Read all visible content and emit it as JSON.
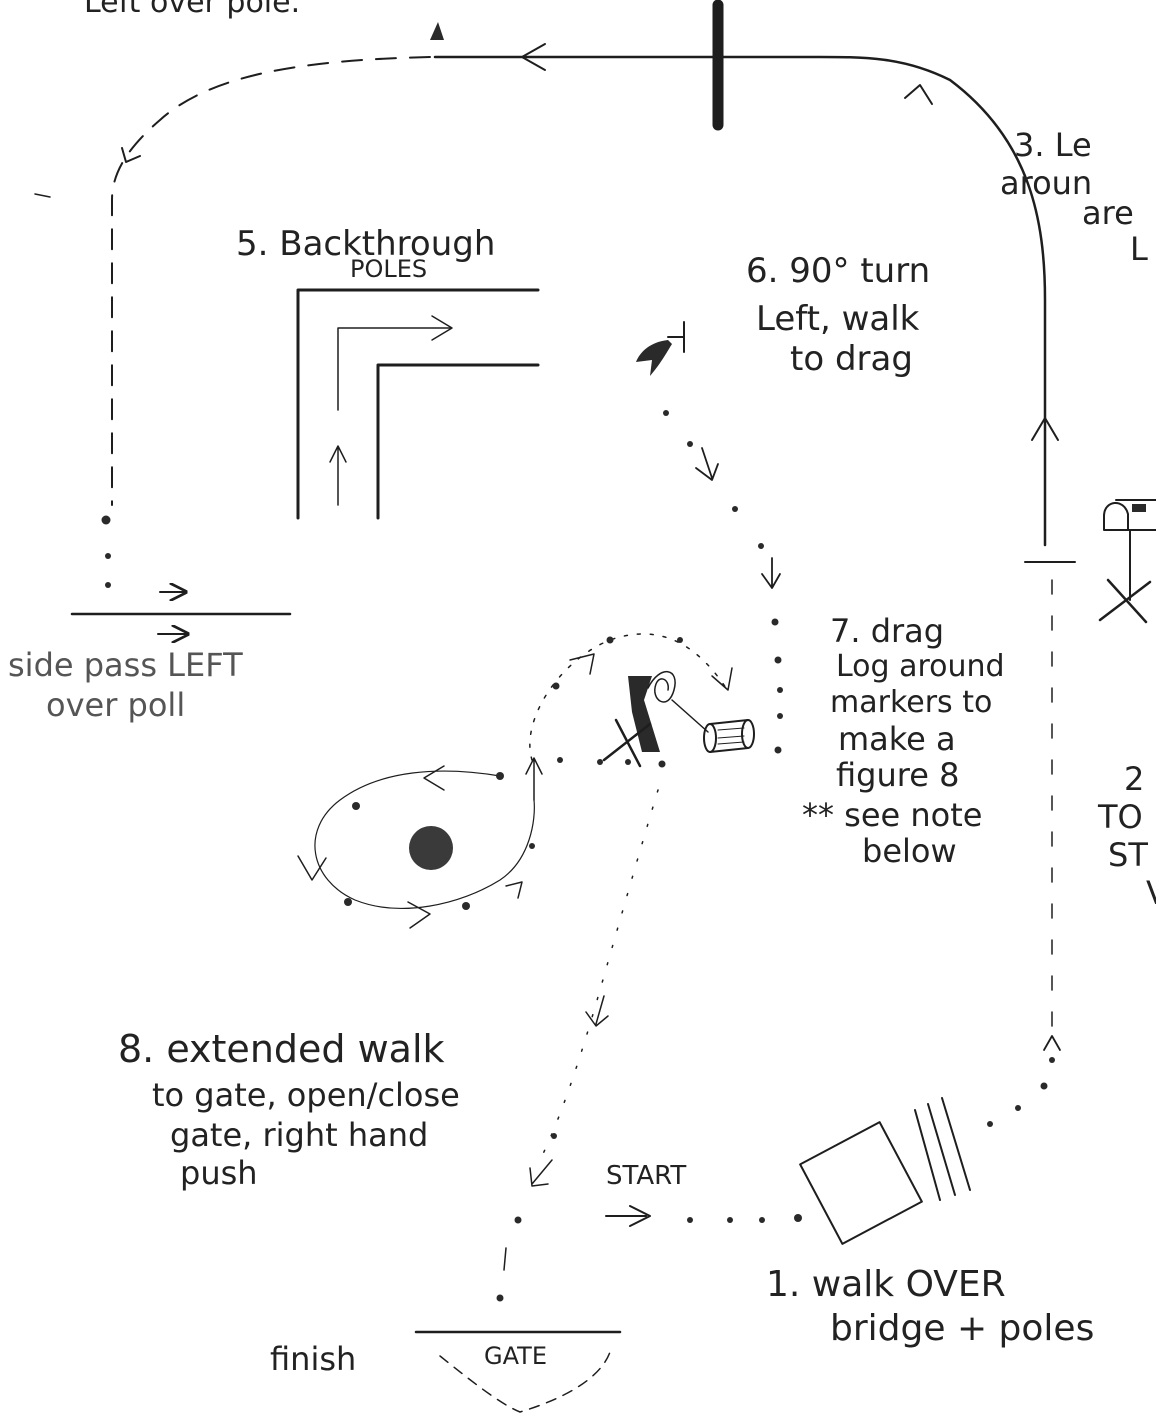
{
  "colors": {
    "ink": "#1e1e1e",
    "pencil": "#555555",
    "paper": "#ffffff"
  },
  "labels": {
    "step_top_left": "Left over pole.",
    "step_3_line1": "3. Le",
    "step_3_line2": "aroun",
    "step_3_line3": "are",
    "step_3_line4": "L",
    "step_5_line1": "5. Backthrough",
    "step_5_line2": "POLES",
    "step_6_line1": "6. 90° turn",
    "step_6_line2": "Left, walk",
    "step_6_line3": "to drag",
    "step_7_line1": "7. drag",
    "step_7_line2": "Log around",
    "step_7_line3": "markers to",
    "step_7_line4": "make a",
    "step_7_line5": "figure 8",
    "step_7_line6": "** see note",
    "step_7_line7": "below",
    "step_2_line1": "2",
    "step_2_line2": "TO",
    "step_2_line3": "ST",
    "step_2_line4": "V",
    "sidepass_line1": "side pass LEFT",
    "sidepass_line2": "over poll",
    "step_8_line1": "8. extended walk",
    "step_8_line2": "to gate, open/close",
    "step_8_line3": "gate, right hand",
    "step_8_line4": "push",
    "start": "START",
    "finish": "finish",
    "gate": "GATE",
    "step_1_line1": "1. walk OVER",
    "step_1_line2": "bridge + poles"
  }
}
